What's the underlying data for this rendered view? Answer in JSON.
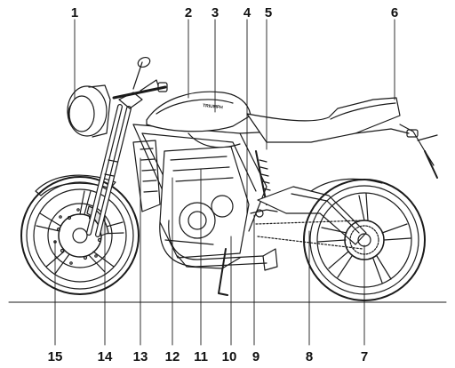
{
  "callouts": {
    "top": [
      {
        "id": "c1",
        "label": "1"
      },
      {
        "id": "c2",
        "label": "2"
      },
      {
        "id": "c3",
        "label": "3"
      },
      {
        "id": "c4",
        "label": "4"
      },
      {
        "id": "c5",
        "label": "5"
      },
      {
        "id": "c6",
        "label": "6"
      }
    ],
    "bottom": [
      {
        "id": "c15",
        "label": "15"
      },
      {
        "id": "c14",
        "label": "14"
      },
      {
        "id": "c13",
        "label": "13"
      },
      {
        "id": "c12",
        "label": "12"
      },
      {
        "id": "c11",
        "label": "11"
      },
      {
        "id": "c10",
        "label": "10"
      },
      {
        "id": "c9",
        "label": "9"
      },
      {
        "id": "c8",
        "label": "8"
      },
      {
        "id": "c7",
        "label": "7"
      }
    ]
  },
  "tank_logo": "TRIUMPH",
  "colors": {
    "line": "#1a1a1a",
    "background": "#ffffff",
    "shade": "#e6e6e6"
  }
}
